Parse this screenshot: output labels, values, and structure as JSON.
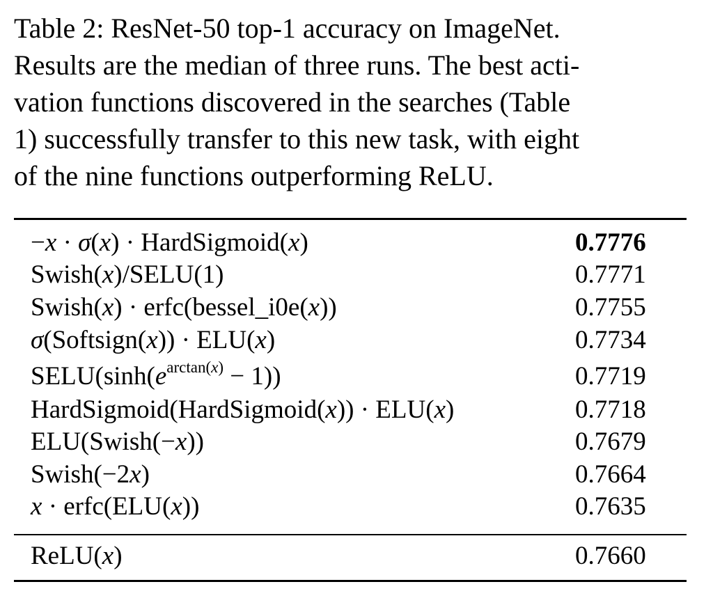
{
  "caption": {
    "lines": [
      "Table 2: ResNet-50 top-1 accuracy on ImageNet.",
      "Results are the median of three runs. The best acti-",
      "vation functions discovered in the searches (Table",
      "1) successfully transfer to this new task, with eight",
      "of the nine functions outperforming ReLU."
    ]
  },
  "table": {
    "rows": [
      {
        "fn_parts": [
          "−",
          "x",
          " · ",
          "σ",
          "(",
          "x",
          ") · HardSigmoid(",
          "x",
          ")"
        ],
        "accuracy": "0.7776",
        "best": true
      },
      {
        "fn_parts": [
          "Swish(",
          "x",
          ")/SELU(1)"
        ],
        "accuracy": "0.7771"
      },
      {
        "fn_parts": [
          "Swish(",
          "x",
          ") · erfc(bessel_i0e(",
          "x",
          "))"
        ],
        "accuracy": "0.7755"
      },
      {
        "fn_parts": [
          "σ",
          "(Softsign(",
          "x",
          ")) · ELU(",
          "x",
          ")"
        ],
        "accuracy": "0.7734"
      },
      {
        "fn_parts": [
          "SELU(sinh(",
          "e",
          "arctan(",
          "x",
          ")",
          " − 1))"
        ],
        "accuracy": "0.7719"
      },
      {
        "fn_parts": [
          "HardSigmoid(HardSigmoid(",
          "x",
          ")) · ELU(",
          "x",
          ")"
        ],
        "accuracy": "0.7718"
      },
      {
        "fn_parts": [
          "ELU(Swish(−",
          "x",
          "))"
        ],
        "accuracy": "0.7679"
      },
      {
        "fn_parts": [
          "Swish(−2",
          "x",
          ")"
        ],
        "accuracy": "0.7664"
      },
      {
        "fn_parts": [
          "x",
          " · erfc(ELU(",
          "x",
          "))"
        ],
        "accuracy": "0.7635"
      }
    ],
    "baseline": {
      "fn_parts": [
        "ReLU(",
        "x",
        ")"
      ],
      "accuracy": "0.7660"
    }
  }
}
